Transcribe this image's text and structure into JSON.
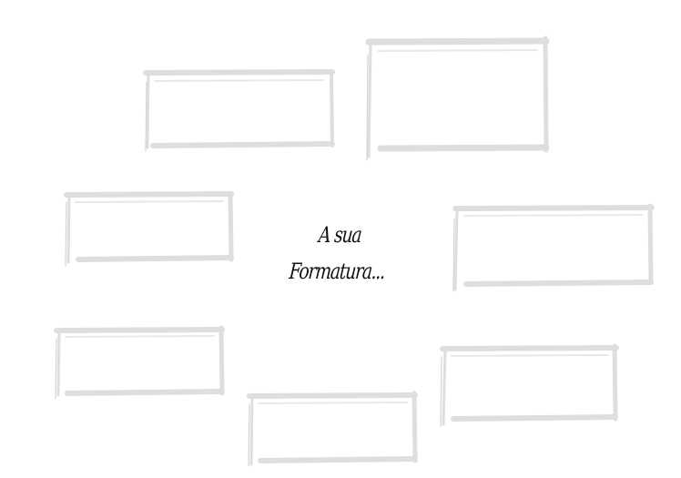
{
  "center": {
    "line1": "A sua",
    "line2": "Formatura..."
  },
  "boxes": [
    {
      "id": "box-top-left",
      "label": ""
    },
    {
      "id": "box-top-right",
      "label": ""
    },
    {
      "id": "box-middle-left",
      "label": ""
    },
    {
      "id": "box-middle-right",
      "label": ""
    },
    {
      "id": "box-bottom-left",
      "label": ""
    },
    {
      "id": "box-bottom-center",
      "label": ""
    },
    {
      "id": "box-bottom-right",
      "label": ""
    }
  ],
  "colors": {
    "stroke": "#dedede",
    "text": "#111111",
    "background": "#ffffff"
  }
}
